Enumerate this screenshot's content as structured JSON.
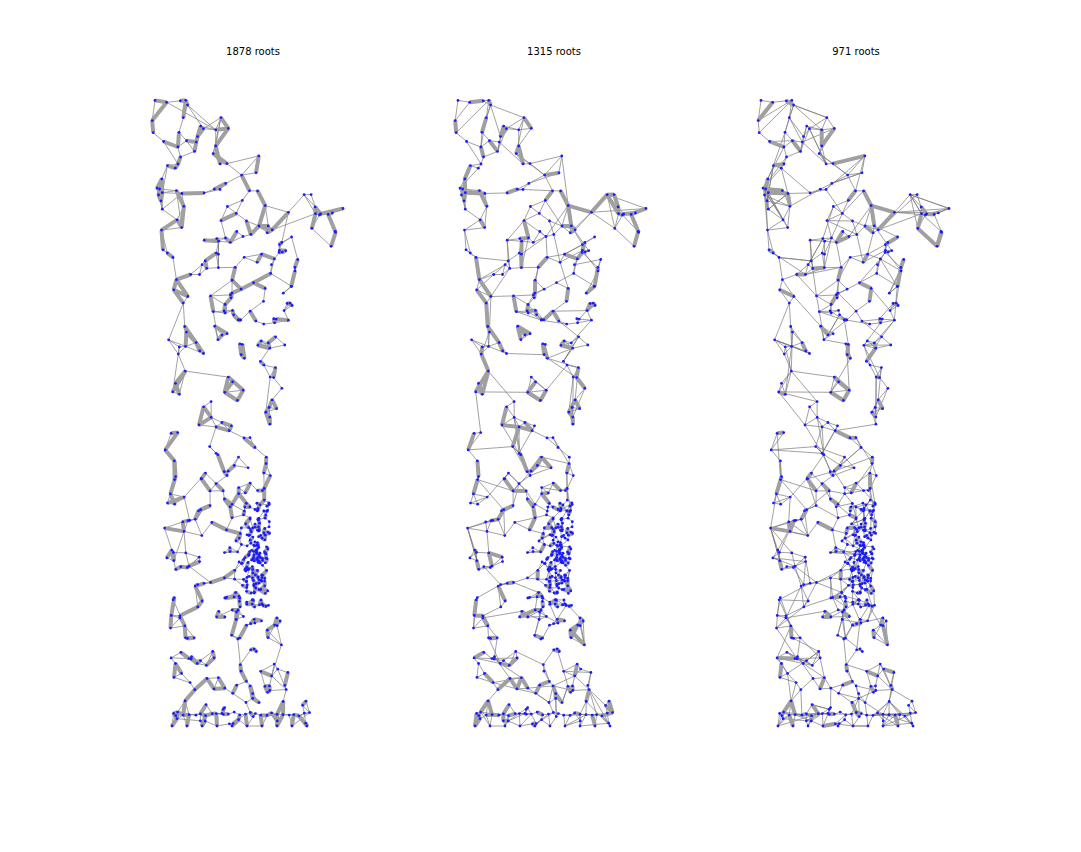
{
  "diagram": {
    "labels": [
      "1878 roots",
      "1315 roots",
      "971 roots"
    ]
  }
}
